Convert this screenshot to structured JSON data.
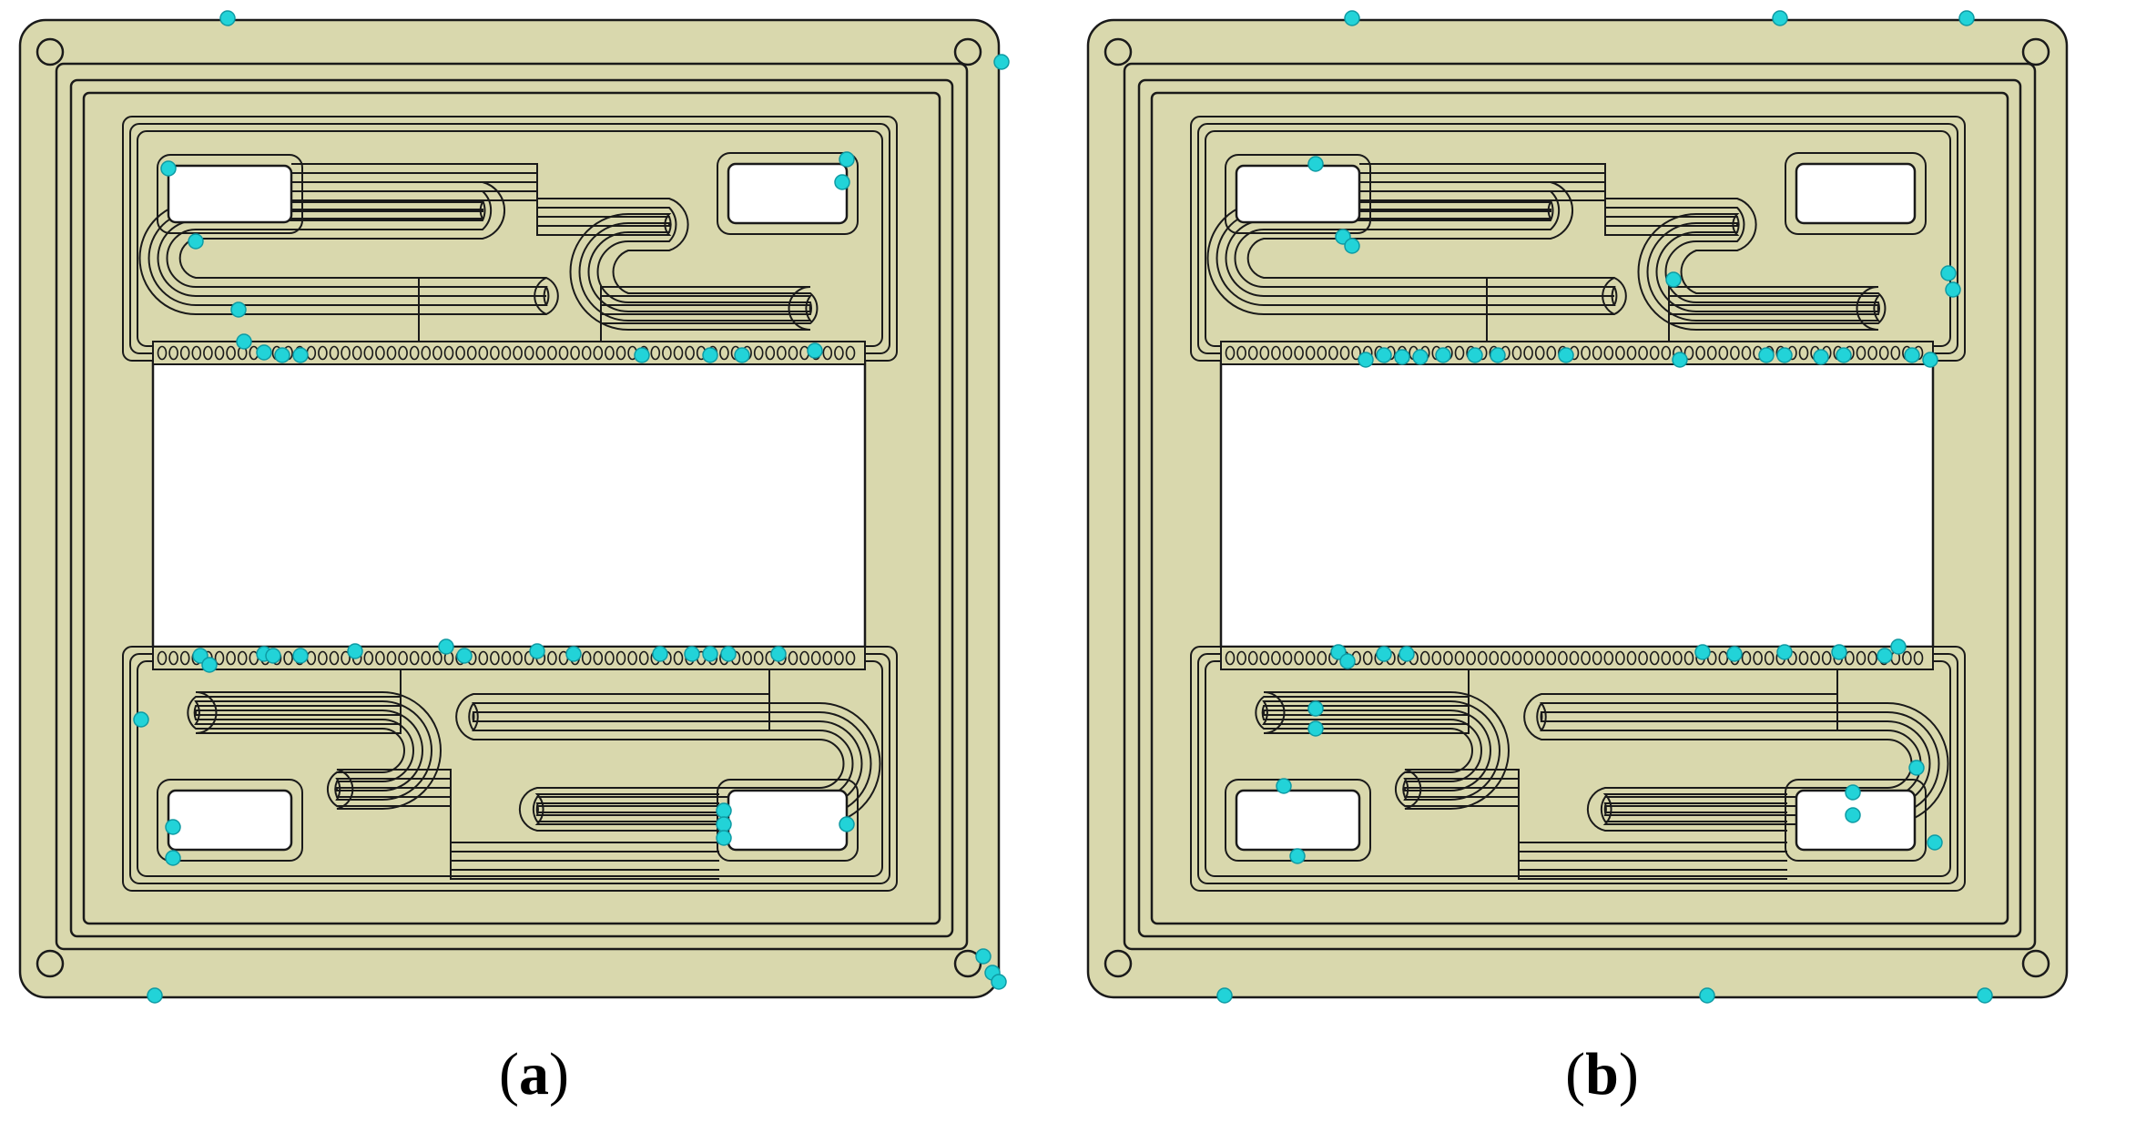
{
  "figure": {
    "panels": [
      {
        "id": "a",
        "letter": "a"
      },
      {
        "id": "b",
        "letter": "b"
      }
    ]
  },
  "colors": {
    "plate": "#d9d8ad",
    "outline": "#1a1a1a",
    "window": "#ffffff",
    "marker": "#22d3d8",
    "marker_shade": "#0e9aa3"
  }
}
